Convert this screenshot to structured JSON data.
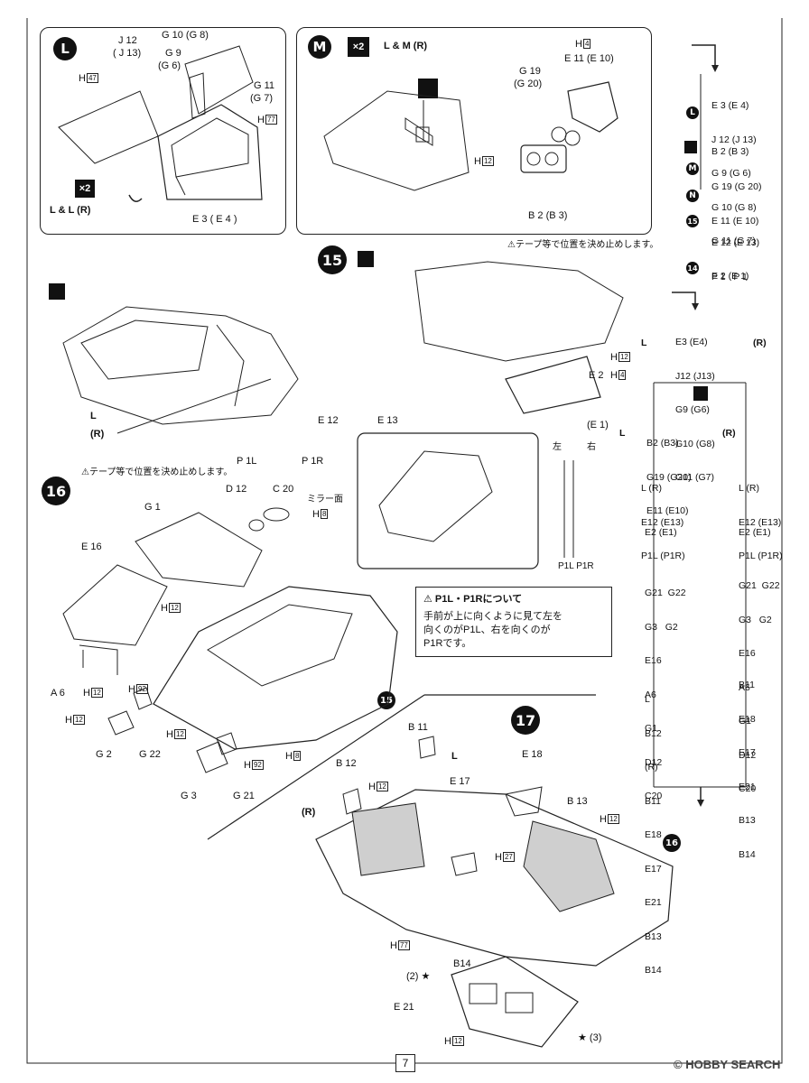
{
  "panel_L": {
    "badge": "L",
    "labels": {
      "j12": "J 12",
      "j13": "( J 13)",
      "g10": "G 10 (G 8)",
      "g9": "G 9",
      "g6": "(G 6)",
      "h47": "H",
      "h47n": "47",
      "g11": "G 11",
      "g7": "(G 7)",
      "h77": "H",
      "h77n": "77",
      "e3": "E 3 ( E 4 )",
      "x2": "×2",
      "lr": "L & L (R)"
    }
  },
  "panel_M": {
    "badge": "M",
    "x2": "×2",
    "sub": "L & M (R)",
    "labels": {
      "h4": "H",
      "h4n": "4",
      "e11": "E 11 (E 10)",
      "g19": "G 19",
      "g20": "(G 20)",
      "h12": "H",
      "h12n": "12",
      "b2": "B 2 (B 3)"
    }
  },
  "step15": {
    "number": "15",
    "tape_note_top": "⚠テープ等で位置を決め止めします。",
    "tape_note_bottom": "⚠テープ等で位置を決め止めします。",
    "labels": {
      "l": "L",
      "r": "(R)",
      "e12": "E 12",
      "e13": "E 13",
      "p1l": "P 1L",
      "p1r": "P 1R",
      "h12": "H",
      "h12n": "12",
      "e2": "E 2",
      "h4": "H",
      "h4n": "4",
      "e1": "(E 1)",
      "left": "左",
      "right": "右",
      "p1l_p1r": "P1L P1R"
    },
    "note_title": "P1L・P1Rについて",
    "note_body": [
      "手前が上に向くように見て左を",
      "向くのがP1L、右を向くのが",
      "P1Rです。"
    ]
  },
  "step16": {
    "number": "16",
    "labels": {
      "d12": "D 12",
      "c20": "C 20",
      "mirror": "ミラー面",
      "h8": "H",
      "h8n": "8",
      "g1": "G 1",
      "e16": "E 16",
      "h12": "H",
      "h12n": "12",
      "a6": "A 6",
      "h92": "H",
      "h92n": "92",
      "g2": "G 2",
      "g22": "G 22",
      "g3": "G 3",
      "g21": "G 21",
      "step15ref": "15"
    }
  },
  "step17": {
    "number": "17",
    "labels": {
      "b11": "B 11",
      "ml": "L",
      "b12": "B 12",
      "mr": "(R)",
      "e18": "E 18",
      "e17": "E 17",
      "b13": "B 13",
      "h12": "H",
      "h12n": "12",
      "h27": "H",
      "h27n": "27",
      "h77": "H",
      "h77n": "77",
      "b14": "B14",
      "e21": "E 21",
      "mark2": "2",
      "mark3": "3",
      "step16ref": "16"
    }
  },
  "sequence_top": {
    "L_parts": [
      "E 3 (E 4)",
      "J 12 (J 13)",
      "G 9 (G 6)",
      "G 10 (G 8)",
      "G 11 (G 7)"
    ],
    "mid_part": "B 2 (B 3)",
    "M_parts": [
      "G 19 (G 20)",
      "E 11 (E 10)"
    ],
    "n_badge": "N",
    "s15_parts": [
      "E 12 (E 13)",
      "P 1   P 1"
    ],
    "s14_part": "E 2 (E 1)"
  },
  "sequence_bottom": {
    "L_group": [
      "E3 (E4)",
      "J12 (J13)",
      "G9 (G6)",
      "G10 (G8)",
      "G11 (G7)"
    ],
    "L_label": "L",
    "R_label": "(R)",
    "M_group": [
      "B2 (B3)",
      "G19 (G20)",
      "E11 (E10)"
    ],
    "M_label": "L",
    "M_right": "(R)",
    "left15": [
      "L (R)",
      "E12 (E13)",
      "P1L (P1R)"
    ],
    "right15": [
      "L (R)",
      "E12 (E13)",
      "P1L (P1R)"
    ],
    "left14": "E2 (E1)",
    "right14": "E2 (E1)",
    "left16": [
      "G21  G22",
      "G3   G2",
      "E16",
      "A6",
      "G1",
      "D12",
      "C20"
    ],
    "right16": [
      "G21  G22",
      "G3   G2",
      "E16",
      "A6",
      "G1",
      "D12",
      "C20"
    ],
    "left17": [
      "L",
      "B12",
      "(R)",
      "B11",
      "E18",
      "E17",
      "E21",
      "B13",
      "B14"
    ],
    "right17": [
      "B11",
      "E18",
      "E17",
      "E21",
      "B13",
      "B14"
    ]
  },
  "footer": {
    "page_number": "7",
    "watermark": "HOBBY SEARCH"
  }
}
